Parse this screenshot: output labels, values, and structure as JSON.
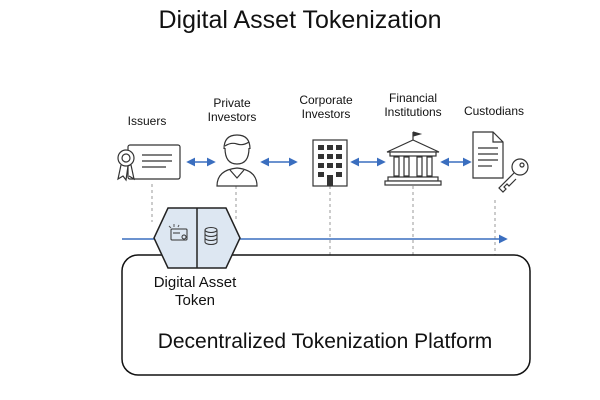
{
  "title": "Digital Asset Tokenization",
  "participants": [
    {
      "label": "Issuers",
      "icon": "certificate-icon"
    },
    {
      "label": "Private Investors",
      "icon": "person-icon"
    },
    {
      "label": "Corporate Investors",
      "icon": "office-building-icon"
    },
    {
      "label": "Financial Institutions",
      "icon": "bank-icon"
    },
    {
      "label": "Custodians",
      "icon": "document-key-icon"
    }
  ],
  "token": {
    "label": "Digital Asset Token",
    "icons": [
      "token-card-icon",
      "database-icon"
    ]
  },
  "platform": {
    "label": "Decentralized Tokenization Platform"
  },
  "colors": {
    "arrow": "#3a6ebf",
    "icon_stroke": "#333333",
    "hexagon_fill": "#dde7f2",
    "hexagon_stroke": "#222222",
    "dashed_line": "#999999"
  }
}
